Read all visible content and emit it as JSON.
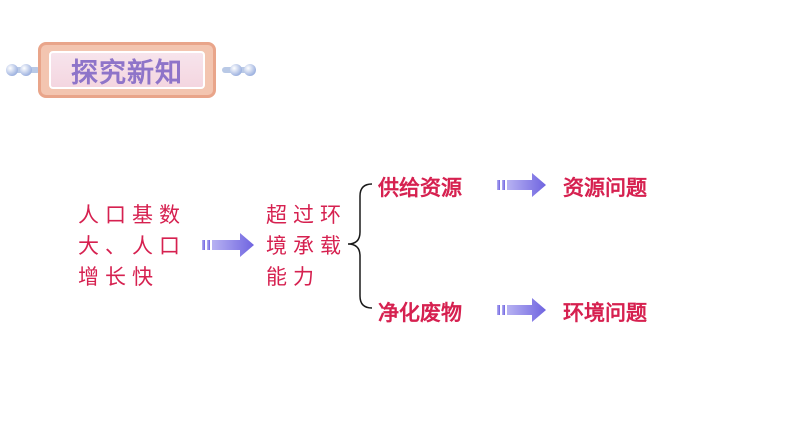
{
  "header": {
    "title": "探究新知"
  },
  "diagram": {
    "cause_lines": [
      "人口基数",
      "大、人口",
      "增长快"
    ],
    "effect_lines": [
      "超过环",
      "境承载",
      "能力"
    ],
    "branches": [
      {
        "label": "供给资源",
        "result": "资源问题"
      },
      {
        "label": "净化废物",
        "result": "环境问题"
      }
    ]
  },
  "colors": {
    "text": "#d62150",
    "arrow": "#7d73e6",
    "banner_title": "#8e74c9"
  }
}
